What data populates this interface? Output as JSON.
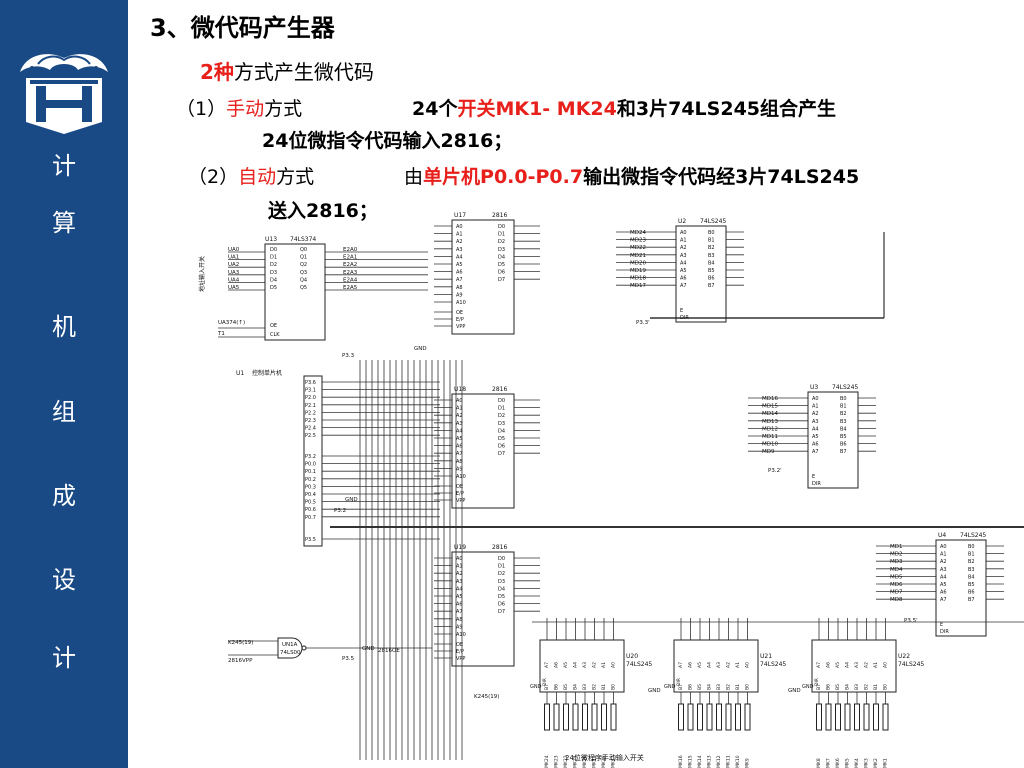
{
  "sidebar": {
    "vertical_title": [
      "计",
      "算",
      "机",
      "组",
      "成",
      "设",
      "计"
    ]
  },
  "heading": "3、微代码产生器",
  "subtitle": {
    "num": "2",
    "red": "种",
    "rest": "方式产生微代码"
  },
  "item1": {
    "prefix": "（1）",
    "mode_red": "手动",
    "mode_rest": "方式",
    "desc_pre": "24个",
    "desc_red": "开关MK1- MK24",
    "desc_post": "和3片74LS245组合产生",
    "line2": "24位微指令代码输入2816；"
  },
  "item2": {
    "prefix": "（2）",
    "mode_red": "自动",
    "mode_rest": "方式",
    "desc_pre": "由",
    "desc_red": "单片机P0.0-P0.7",
    "desc_post": "输出微指令代码经3片74LS245",
    "line2": "送入2816；"
  },
  "diagram": {
    "caption": "24位微程序手动输入开关",
    "chips": {
      "u13": {
        "ref": "U13",
        "part": "74LS374"
      },
      "u17": {
        "ref": "U17",
        "part": "2816"
      },
      "u18": {
        "ref": "U18",
        "part": "2816"
      },
      "u19": {
        "ref": "U19",
        "part": "2816"
      },
      "u2": {
        "ref": "U2",
        "part": "74LS245"
      },
      "u3": {
        "ref": "U3",
        "part": "74LS245"
      },
      "u4": {
        "ref": "U4",
        "part": "74LS245"
      },
      "u1": {
        "ref": "U1",
        "part": "控制单片机"
      },
      "u20": {
        "ref": "U20",
        "part": "74LS245"
      },
      "u21": {
        "ref": "U21",
        "part": "74LS245"
      },
      "u22": {
        "ref": "U22",
        "part": "74LS245"
      },
      "u1a": {
        "ref": "UN1A",
        "part": "74LS00"
      }
    },
    "u13_inputs": [
      "UA0",
      "UA1",
      "UA2",
      "UA3",
      "UA4",
      "UA5"
    ],
    "u13_out": [
      "E2A0",
      "E2A1",
      "E2A2",
      "E2A3",
      "E2A4",
      "E2A5"
    ],
    "u13_clk": [
      "UA374(↑)",
      "T1"
    ],
    "u13_label": "地址输入开关",
    "rom_pins_left": [
      "A0",
      "A1",
      "A2",
      "A3",
      "A4",
      "A5",
      "A6",
      "A7",
      "A8",
      "A9",
      "A10"
    ],
    "rom_pins_right": [
      "D0",
      "D1",
      "D2",
      "D3",
      "D4",
      "D5",
      "D6",
      "D7"
    ],
    "rom_ctrl": [
      "OE",
      "E/P",
      "VPP"
    ],
    "buf_pins_left": [
      "A0",
      "A1",
      "A2",
      "A3",
      "A4",
      "A5",
      "A6",
      "A7"
    ],
    "buf_pins_right": [
      "B0",
      "B1",
      "B2",
      "B3",
      "B4",
      "B5",
      "B6",
      "B7"
    ],
    "buf_ctrl": [
      "E",
      "DIR"
    ],
    "u2_labels": [
      "MD24",
      "MD23",
      "MD22",
      "MD21",
      "MD20",
      "MD19",
      "MD18",
      "MD17"
    ],
    "u3_labels": [
      "MD16",
      "MD15",
      "MD14",
      "MD13",
      "MD12",
      "MD11",
      "MD10",
      "MD9"
    ],
    "u4_labels": [
      "MD1",
      "MD2",
      "MD3",
      "MD4",
      "MD5",
      "MD6",
      "MD7",
      "MD8"
    ],
    "u1_pins": [
      "P3.6",
      "P3.1",
      "P2.0",
      "P2.1",
      "P2.2",
      "P2.3",
      "P2.4",
      "P2.5",
      "P3.2",
      "P0.0",
      "P0.1",
      "P0.2",
      "P0.3",
      "P0.4",
      "P0.5",
      "P0.6",
      "P0.7",
      "P3.5"
    ],
    "misc": {
      "gnd": "GND",
      "p33": "P3.3",
      "p32": "P3.2",
      "p35": "P3.5",
      "p33p": "P3.3'",
      "p32p": "P3.2'",
      "p35p": "P3.5'",
      "k245": "K245(19)",
      "vpp": "2816VPP",
      "oe": "2816OE",
      "k245b": "K245(19)"
    },
    "switch_groups": [
      [
        "MK24",
        "MK23",
        "MK22",
        "MK21",
        "MK20",
        "MK19",
        "MK18",
        "MK17"
      ],
      [
        "MK16",
        "MK15",
        "MK14",
        "MK13",
        "MK12",
        "MK11",
        "MK10",
        "MK9"
      ],
      [
        "MK8",
        "MK7",
        "MK6",
        "MK5",
        "MK4",
        "MK3",
        "MK2",
        "MK1"
      ]
    ]
  }
}
